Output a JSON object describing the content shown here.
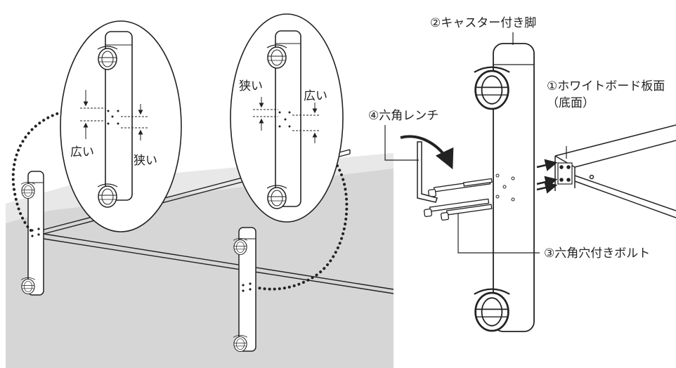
{
  "labels": {
    "caster_leg": "②キャスター付き脚",
    "whiteboard_panel_line1": "①ホワイトボード板面",
    "whiteboard_panel_line2": "（底面）",
    "hex_wrench": "④六角レンチ",
    "hex_bolt": "③六角穴付きボルト",
    "zoom_left_wide": "広い",
    "zoom_left_narrow": "狭い",
    "zoom_right_narrow": "狭い",
    "zoom_right_wide": "広い"
  },
  "colors": {
    "line": "#222222",
    "leg_fill": "#ffffff",
    "floor_shadow": "#d2d2d2",
    "floor_shadow_light": "#e6e6e6"
  },
  "icons": [
    "caster-wheel-icon",
    "hex-bolt-icon",
    "hex-wrench-icon",
    "arrow-icon"
  ]
}
